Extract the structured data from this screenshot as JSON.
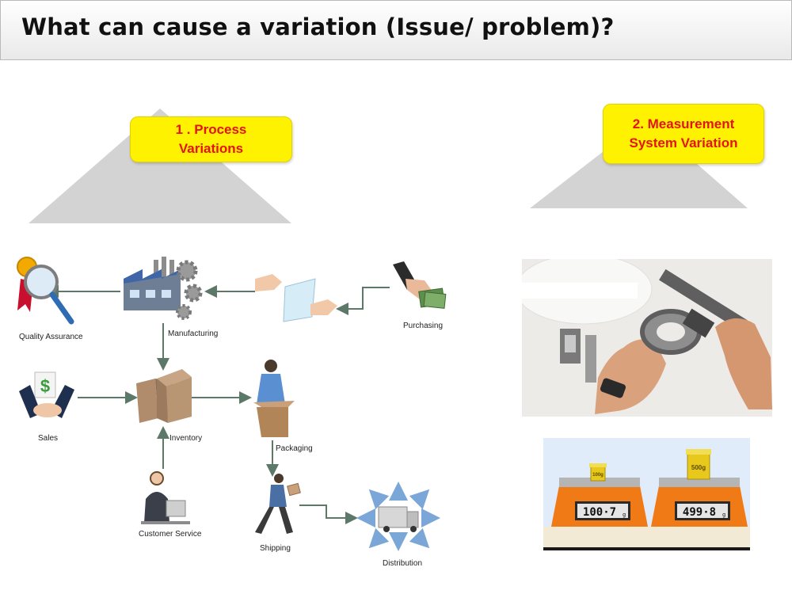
{
  "header": {
    "title": "What can cause a variation (Issue/ problem)?"
  },
  "callouts": {
    "process": {
      "line1": "1 . Process",
      "line2": "Variations"
    },
    "measurement": {
      "line1": "2. Measurement",
      "line2": "System Variation"
    }
  },
  "flow_labels": {
    "quality_assurance": "Quality Assurance",
    "manufacturing": "Manufacturing",
    "purchasing": "Purchasing",
    "sales": "Sales",
    "inventory": "Inventory",
    "packaging": "Packaging",
    "customer_service": "Customer Service",
    "shipping": "Shipping",
    "distribution": "Distribution"
  },
  "scale_photo": {
    "left_weight_label": "100g",
    "left_display": "100·7",
    "left_unit": "g",
    "right_weight_label": "500g",
    "right_display": "499·8",
    "right_unit": "g"
  },
  "colors": {
    "callout_fill": "#fff200",
    "callout_text": "#e31414",
    "arrow": "#5b7868",
    "triangle": "#d3d3d3"
  }
}
